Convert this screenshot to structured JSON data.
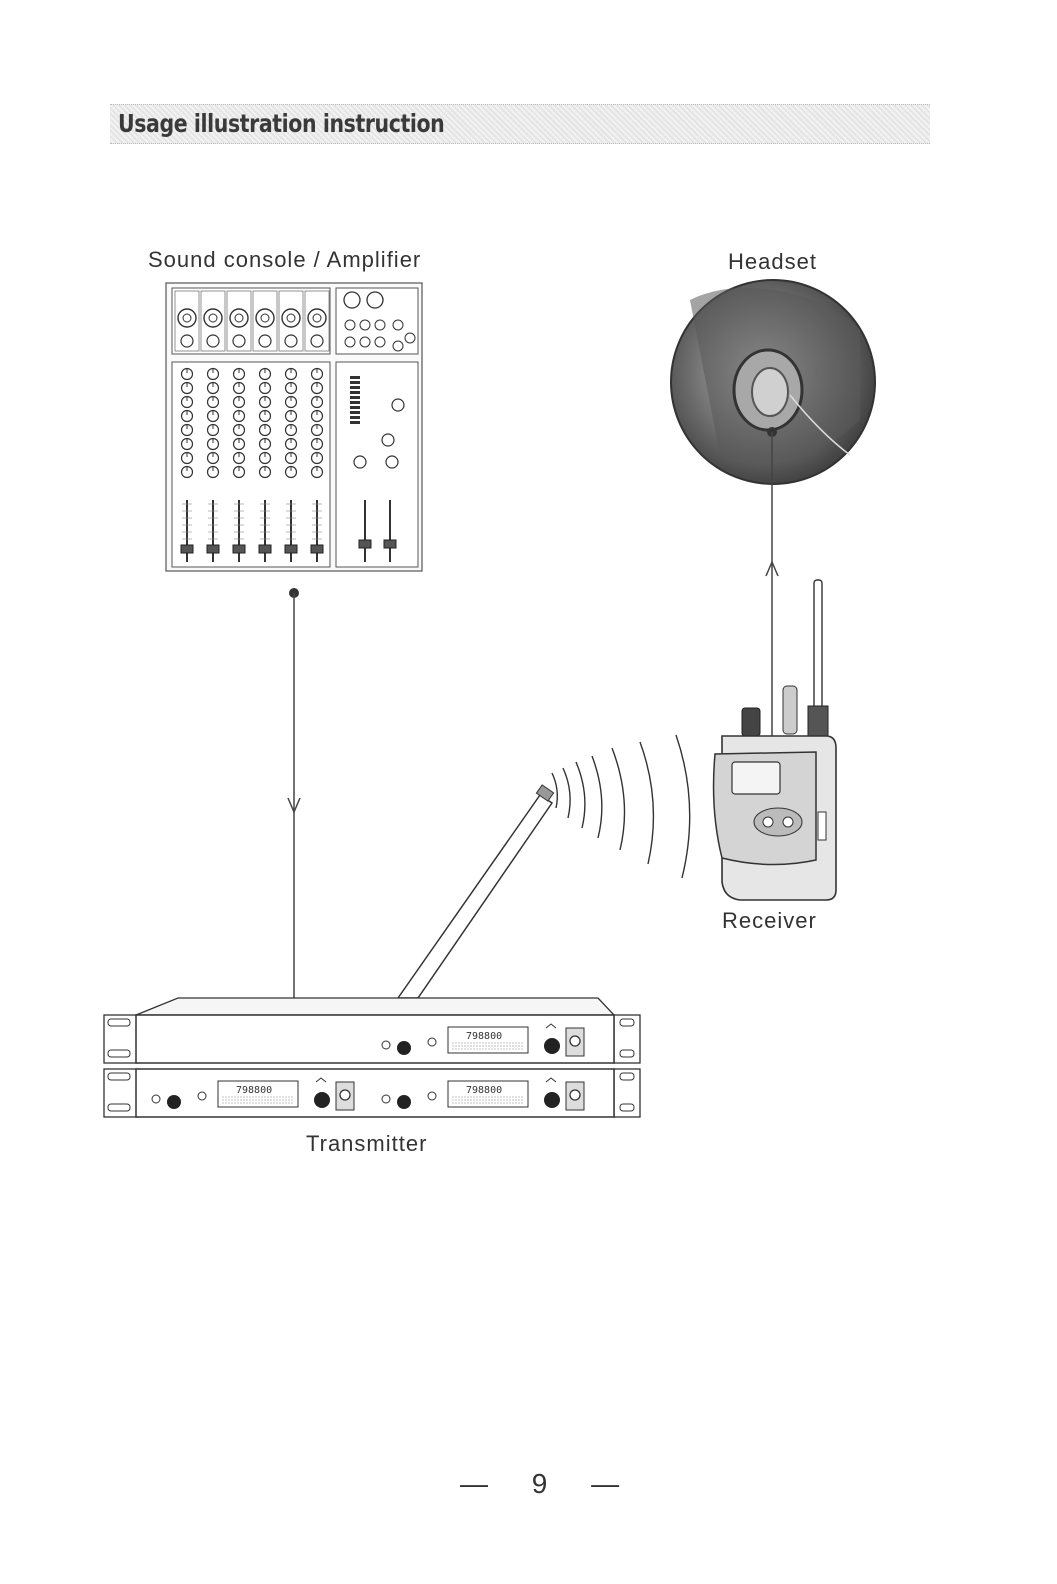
{
  "header": {
    "title": "Usage illustration instruction"
  },
  "labels": {
    "console": "Sound console / Amplifier",
    "headset": "Headset",
    "receiver": "Receiver",
    "transmitter": "Transmitter"
  },
  "page": {
    "number": "— 9 —"
  },
  "transmitter_display": "798800",
  "colors": {
    "ink": "#2a2a2a",
    "line": "#444444",
    "header_bg": "#e8e8e8"
  }
}
